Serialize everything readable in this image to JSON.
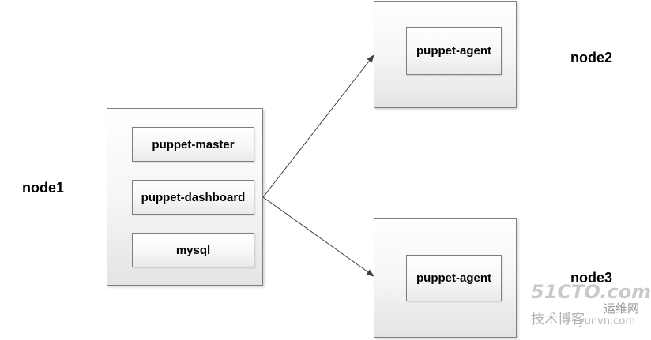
{
  "diagram": {
    "nodes": [
      {
        "id": "node1",
        "label": "node1",
        "services": [
          "puppet-master",
          "puppet-dashboard",
          "mysql"
        ]
      },
      {
        "id": "node2",
        "label": "node2",
        "services": [
          "puppet-agent"
        ]
      },
      {
        "id": "node3",
        "label": "node3",
        "services": [
          "puppet-agent"
        ]
      }
    ],
    "edges": [
      {
        "from": "node1",
        "to": "node2"
      },
      {
        "from": "node1",
        "to": "node3"
      }
    ]
  },
  "watermark": {
    "brand": "51CTO.com",
    "sub1": "技术博客",
    "sub2": "运维网",
    "sub3": "yunvn.com"
  },
  "colors": {
    "border": "#7f7f7f",
    "arrow": "#404040"
  }
}
